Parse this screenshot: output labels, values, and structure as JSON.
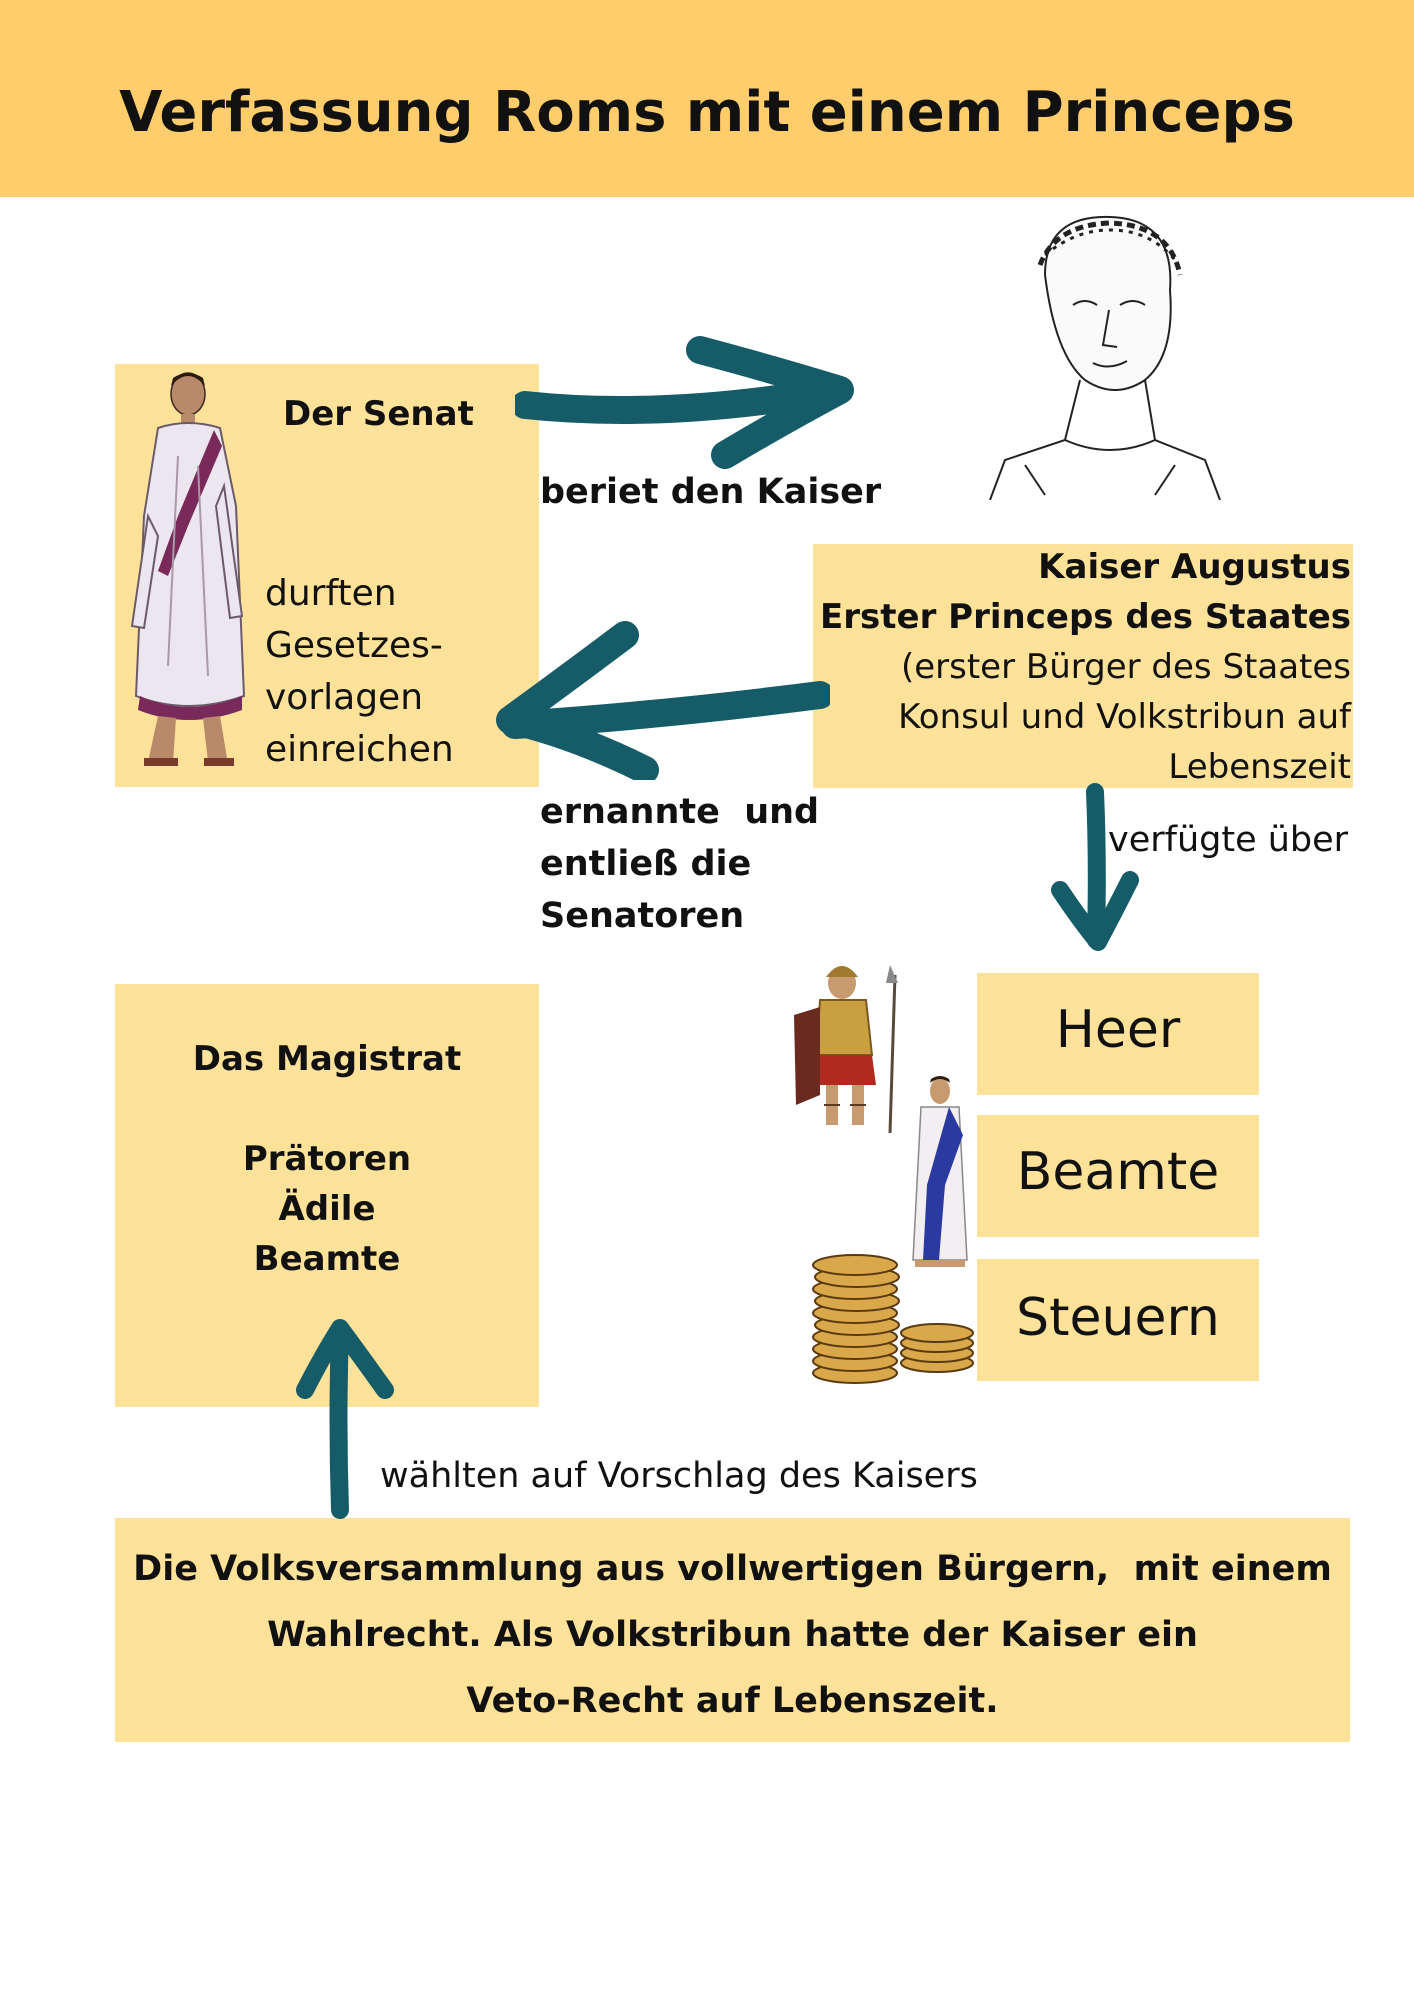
{
  "title": "Verfassung Roms mit einem Princeps",
  "senat": {
    "title": "Der Senat",
    "text_lines": [
      "durften",
      "Gesetzes-",
      "vorlagen",
      "einreichen"
    ]
  },
  "kaiser": {
    "line1": "Kaiser Augustus",
    "line2": "Erster Princeps des Staates",
    "line3": "(erster Bürger des Staates",
    "line4": "Konsul und Volkstribun auf",
    "line5": "Lebenszeit"
  },
  "labels": {
    "beriet": "beriet den Kaiser",
    "ernannte_lines": [
      "ernannte  und",
      "entließ die",
      "Senatoren"
    ],
    "verfuegte": "verfügte über",
    "waehlten": "wählten auf Vorschlag des Kaisers"
  },
  "magistrat": {
    "title": "Das Magistrat",
    "items": [
      "Prätoren",
      "Ädile",
      "Beamte"
    ]
  },
  "powers": {
    "heer": "Heer",
    "beamte": "Beamte",
    "steuern": "Steuern"
  },
  "volk": {
    "lines": [
      "Die Volksversammlung aus vollwertigen Bürgern,  mit einem",
      "Wahlrecht. Als Volkstribun hatte der Kaiser ein",
      "Veto-Recht auf Lebenszeit."
    ]
  },
  "colors": {
    "header": "#ffcd6b",
    "box": "#ffe29a",
    "arrow": "#155c68"
  }
}
